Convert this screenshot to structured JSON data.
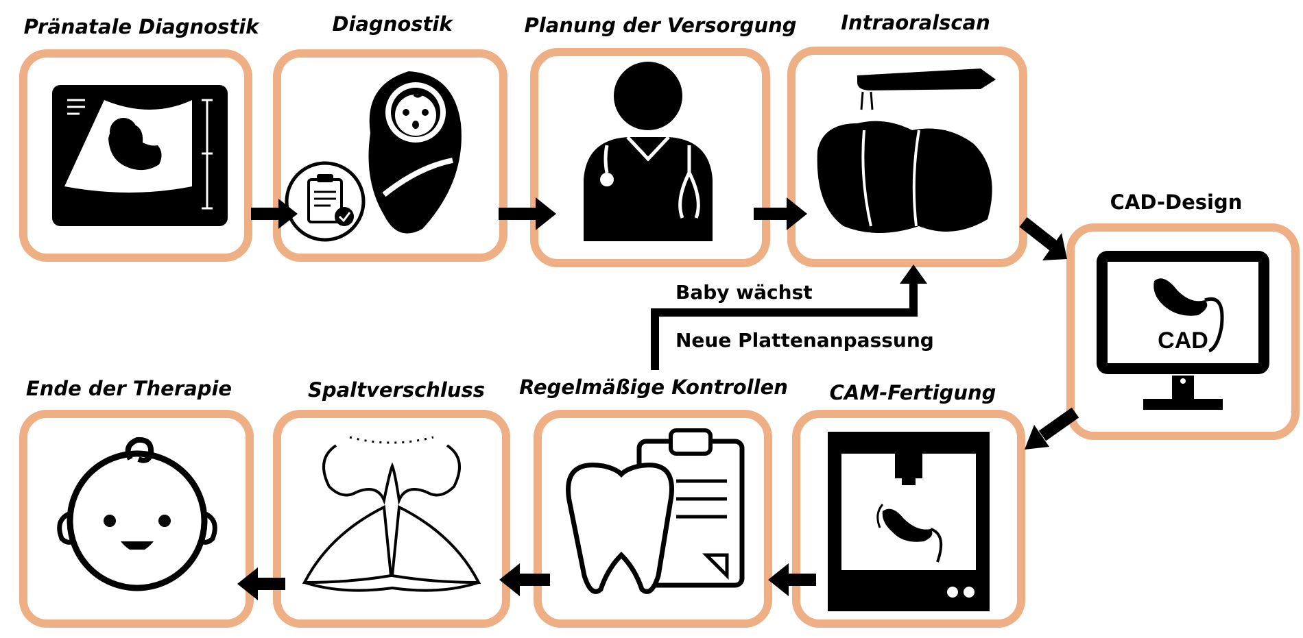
{
  "colors": {
    "frame": "#eeaf85",
    "ink": "#000000",
    "background": "#ffffff"
  },
  "steps": [
    {
      "title": "Pränatale Diagnostik",
      "icon": "ultrasound-fetus-icon"
    },
    {
      "title": "Diagnostik",
      "icon": "swaddled-baby-checklist-icon"
    },
    {
      "title": "Planung der Versorgung",
      "icon": "doctor-stethoscope-icon"
    },
    {
      "title": "Intraoralscan",
      "icon": "intraoral-scanner-icon"
    },
    {
      "title": "CAD-Design",
      "icon": "cad-monitor-icon",
      "screen_text": "CAD"
    },
    {
      "title": "CAM-Fertigung",
      "icon": "3d-printer-icon"
    },
    {
      "title": "Regelmäßige Kontrollen",
      "icon": "tooth-clipboard-icon"
    },
    {
      "title": "Spaltverschluss",
      "icon": "cleft-lip-closure-icon"
    },
    {
      "title": "Ende der Therapie",
      "icon": "smiling-baby-face-icon"
    }
  ],
  "cycle": {
    "line1": "Baby wächst",
    "line2": "Neue Plattenanpassung"
  }
}
